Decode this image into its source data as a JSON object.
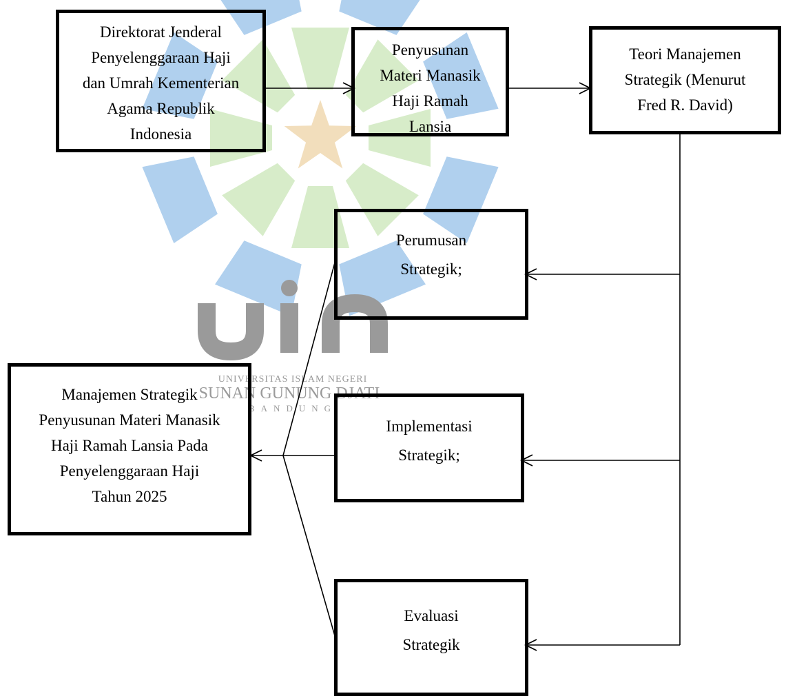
{
  "watermark": {
    "logo_text": "uin",
    "line1": "UNIVERSITAS ISLAM NEGERI",
    "line2": "SUNAN GUNUNG DJATI",
    "line3": "BANDUNG",
    "colors": {
      "blue": "#6fa9e0",
      "green": "#b7dc9c",
      "star": "#e9c88f",
      "text": "#9a9a9a"
    }
  },
  "nodes": {
    "direktorat": {
      "lines": [
        "Direktorat Jenderal",
        "Penyelenggaraan Haji",
        "dan Umrah Kementerian",
        "Agama Republik",
        "Indonesia"
      ]
    },
    "penyusunan": {
      "lines": [
        "Penyusunan",
        "Materi Manasik",
        "Haji Ramah",
        "Lansia"
      ]
    },
    "teori": {
      "lines": [
        "Teori Manajemen",
        "Strategik (Menurut",
        "Fred R. David)"
      ]
    },
    "perumusan": {
      "lines": [
        "Perumusan",
        "Strategik;"
      ]
    },
    "implementasi": {
      "lines": [
        "Implementasi",
        "Strategik;"
      ]
    },
    "evaluasi": {
      "lines": [
        "Evaluasi",
        "Strategik"
      ]
    },
    "manajemen": {
      "lines": [
        "Manajemen Strategik",
        "Penyusunan Materi Manasik",
        "Haji Ramah Lansia Pada",
        "Penyelenggaraan Haji",
        "Tahun 2025"
      ]
    }
  }
}
